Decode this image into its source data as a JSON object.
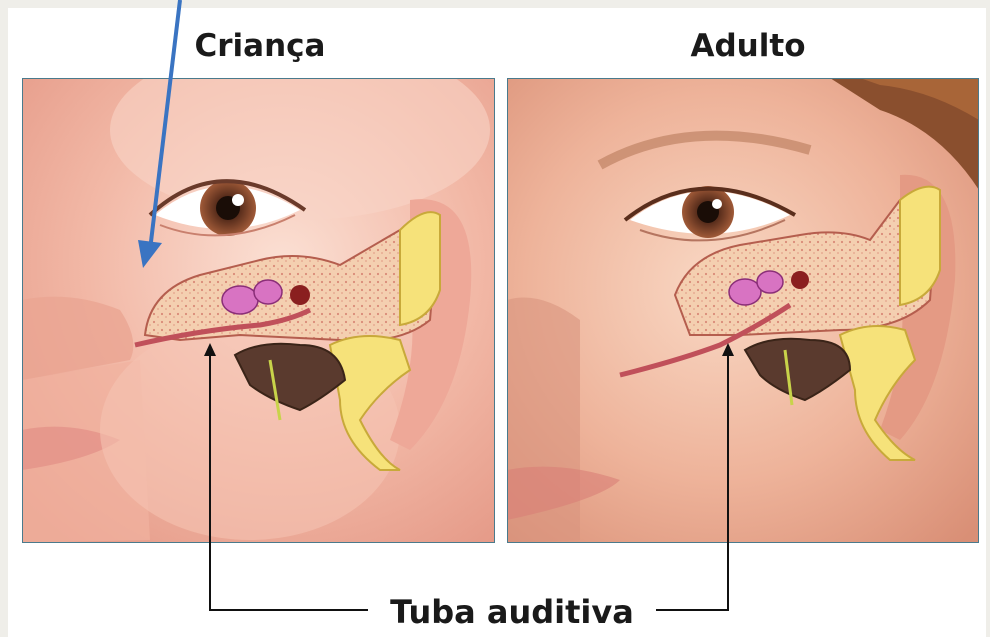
{
  "panels": {
    "left_title": "Criança",
    "right_title": "Adulto"
  },
  "caption": "Tuba auditiva",
  "colors": {
    "background": "#efeee9",
    "skin": "#f0b5a5",
    "skin_light": "#f7d2c4",
    "bone": "#f3c9a8",
    "cartilage": "#f6e27a",
    "ossicles": "#d873c2",
    "annotation_arrow": "#3a74c2",
    "frame": "#4a7a8c"
  }
}
